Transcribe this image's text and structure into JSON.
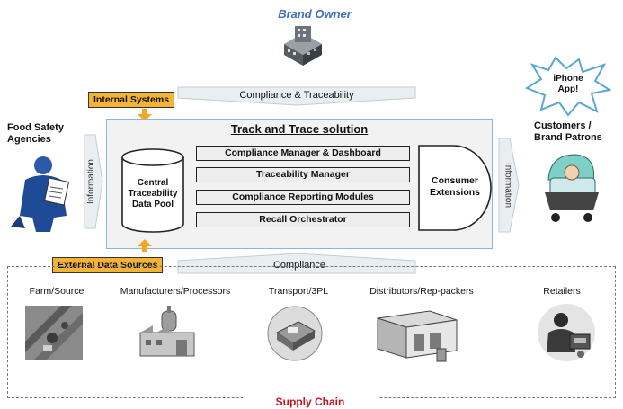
{
  "header": {
    "brand_owner": "Brand Owner",
    "compliance_traceability": "Compliance & Traceability"
  },
  "tags": {
    "internal_systems": "Internal Systems",
    "external_data_sources": "External Data Sources"
  },
  "solution": {
    "title": "Track and Trace solution",
    "data_pool": "Central Traceability Data Pool",
    "modules": [
      "Compliance Manager & Dashboard",
      "Traceability Manager",
      "Compliance Reporting Modules",
      "Recall Orchestrator"
    ],
    "consumer_extensions": "Consumer Extensions"
  },
  "sides": {
    "left_label": "Food Safety Agencies",
    "right_label": "Customers / Brand Patrons",
    "left_info": "Information",
    "right_info": "Information",
    "iphone_burst": "iPhone App!"
  },
  "compliance": "Compliance",
  "supply_chain": {
    "stages": [
      "Farm/Source",
      "Manufacturers/Processors",
      "Transport/3PL",
      "Distributors/Rep-packers",
      "Retailers"
    ],
    "label": "Supply Chain"
  },
  "colors": {
    "accent_blue": "#3b6fc0",
    "tag_orange": "#f5b335",
    "supply_red": "#c0161d",
    "box_border": "#8ab6d8"
  }
}
